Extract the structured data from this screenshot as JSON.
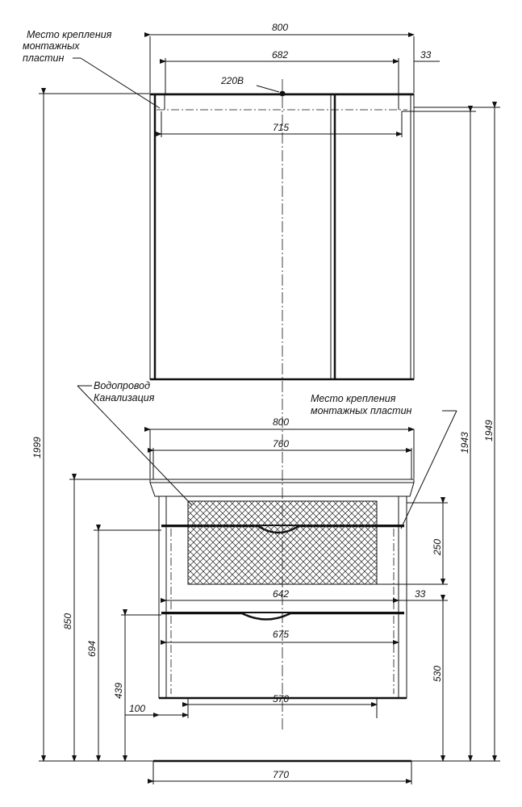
{
  "labels": {
    "mount_plates_top": [
      "Место крепления",
      "монтажных",
      "пластин"
    ],
    "power": "220В",
    "plumbing": [
      "Водопровод",
      "Канализация"
    ],
    "mount_plates_bottom": [
      "Место крепления",
      "монтажных пластин"
    ]
  },
  "dimensions": {
    "mirror_width": "800",
    "mirror_plate_span": "682",
    "mirror_plate_offset": "33",
    "mirror_inner": "715",
    "vanity_width": "800",
    "vanity_basin": "760",
    "drawer_top_height": "250",
    "vanity_plate_span": "642",
    "vanity_plate_offset": "33",
    "drawer_width": "675",
    "drawer_bottom_height": "530",
    "foot_span": "570",
    "side_offset": "100",
    "base_width": "770",
    "total_height": "1999",
    "height_850": "850",
    "height_694": "694",
    "height_439": "439",
    "height_1943": "1943",
    "height_1949": "1949"
  }
}
